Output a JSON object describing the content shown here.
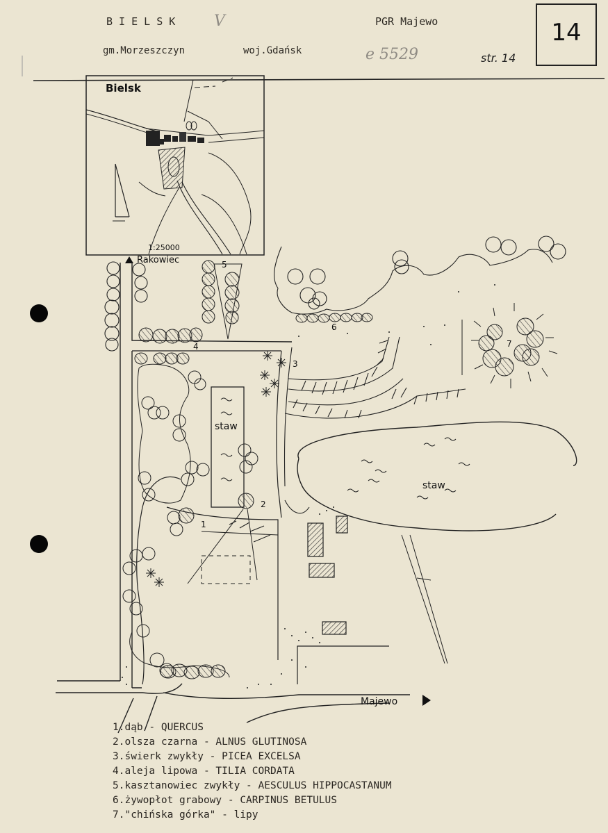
{
  "header": {
    "place": "B I E L S K",
    "place_mark": "V",
    "estate": "PGR Majewo",
    "commune": "gm.Morzeszczyn",
    "province": "woj.Gdańsk",
    "archive_no": "e 5529",
    "page_ref": "str. 14",
    "page_number": "14"
  },
  "inset_map": {
    "title": "Bielsk",
    "scale": "1:25000"
  },
  "plan": {
    "road_label_north": "Rakowiec",
    "road_label_east": "Majewo",
    "pond_small_label": "staw",
    "pond_large_label": "staw",
    "markers": [
      "1",
      "2",
      "3",
      "4",
      "5",
      "6",
      "7"
    ]
  },
  "legend": [
    "1.dąb - QUERCUS",
    "2.olsza czarna - ALNUS GLUTINOSA",
    "3.świerk zwykły - PICEA EXCELSA",
    "4.aleja lipowa - TILIA CORDATA",
    "5.kasztanowiec zwykły - AESCULUS HIPPOCASTANUM",
    "6.żywopłot grabowy - CARPINUS BETULUS",
    "7.\"chińska górka\" - lipy"
  ]
}
